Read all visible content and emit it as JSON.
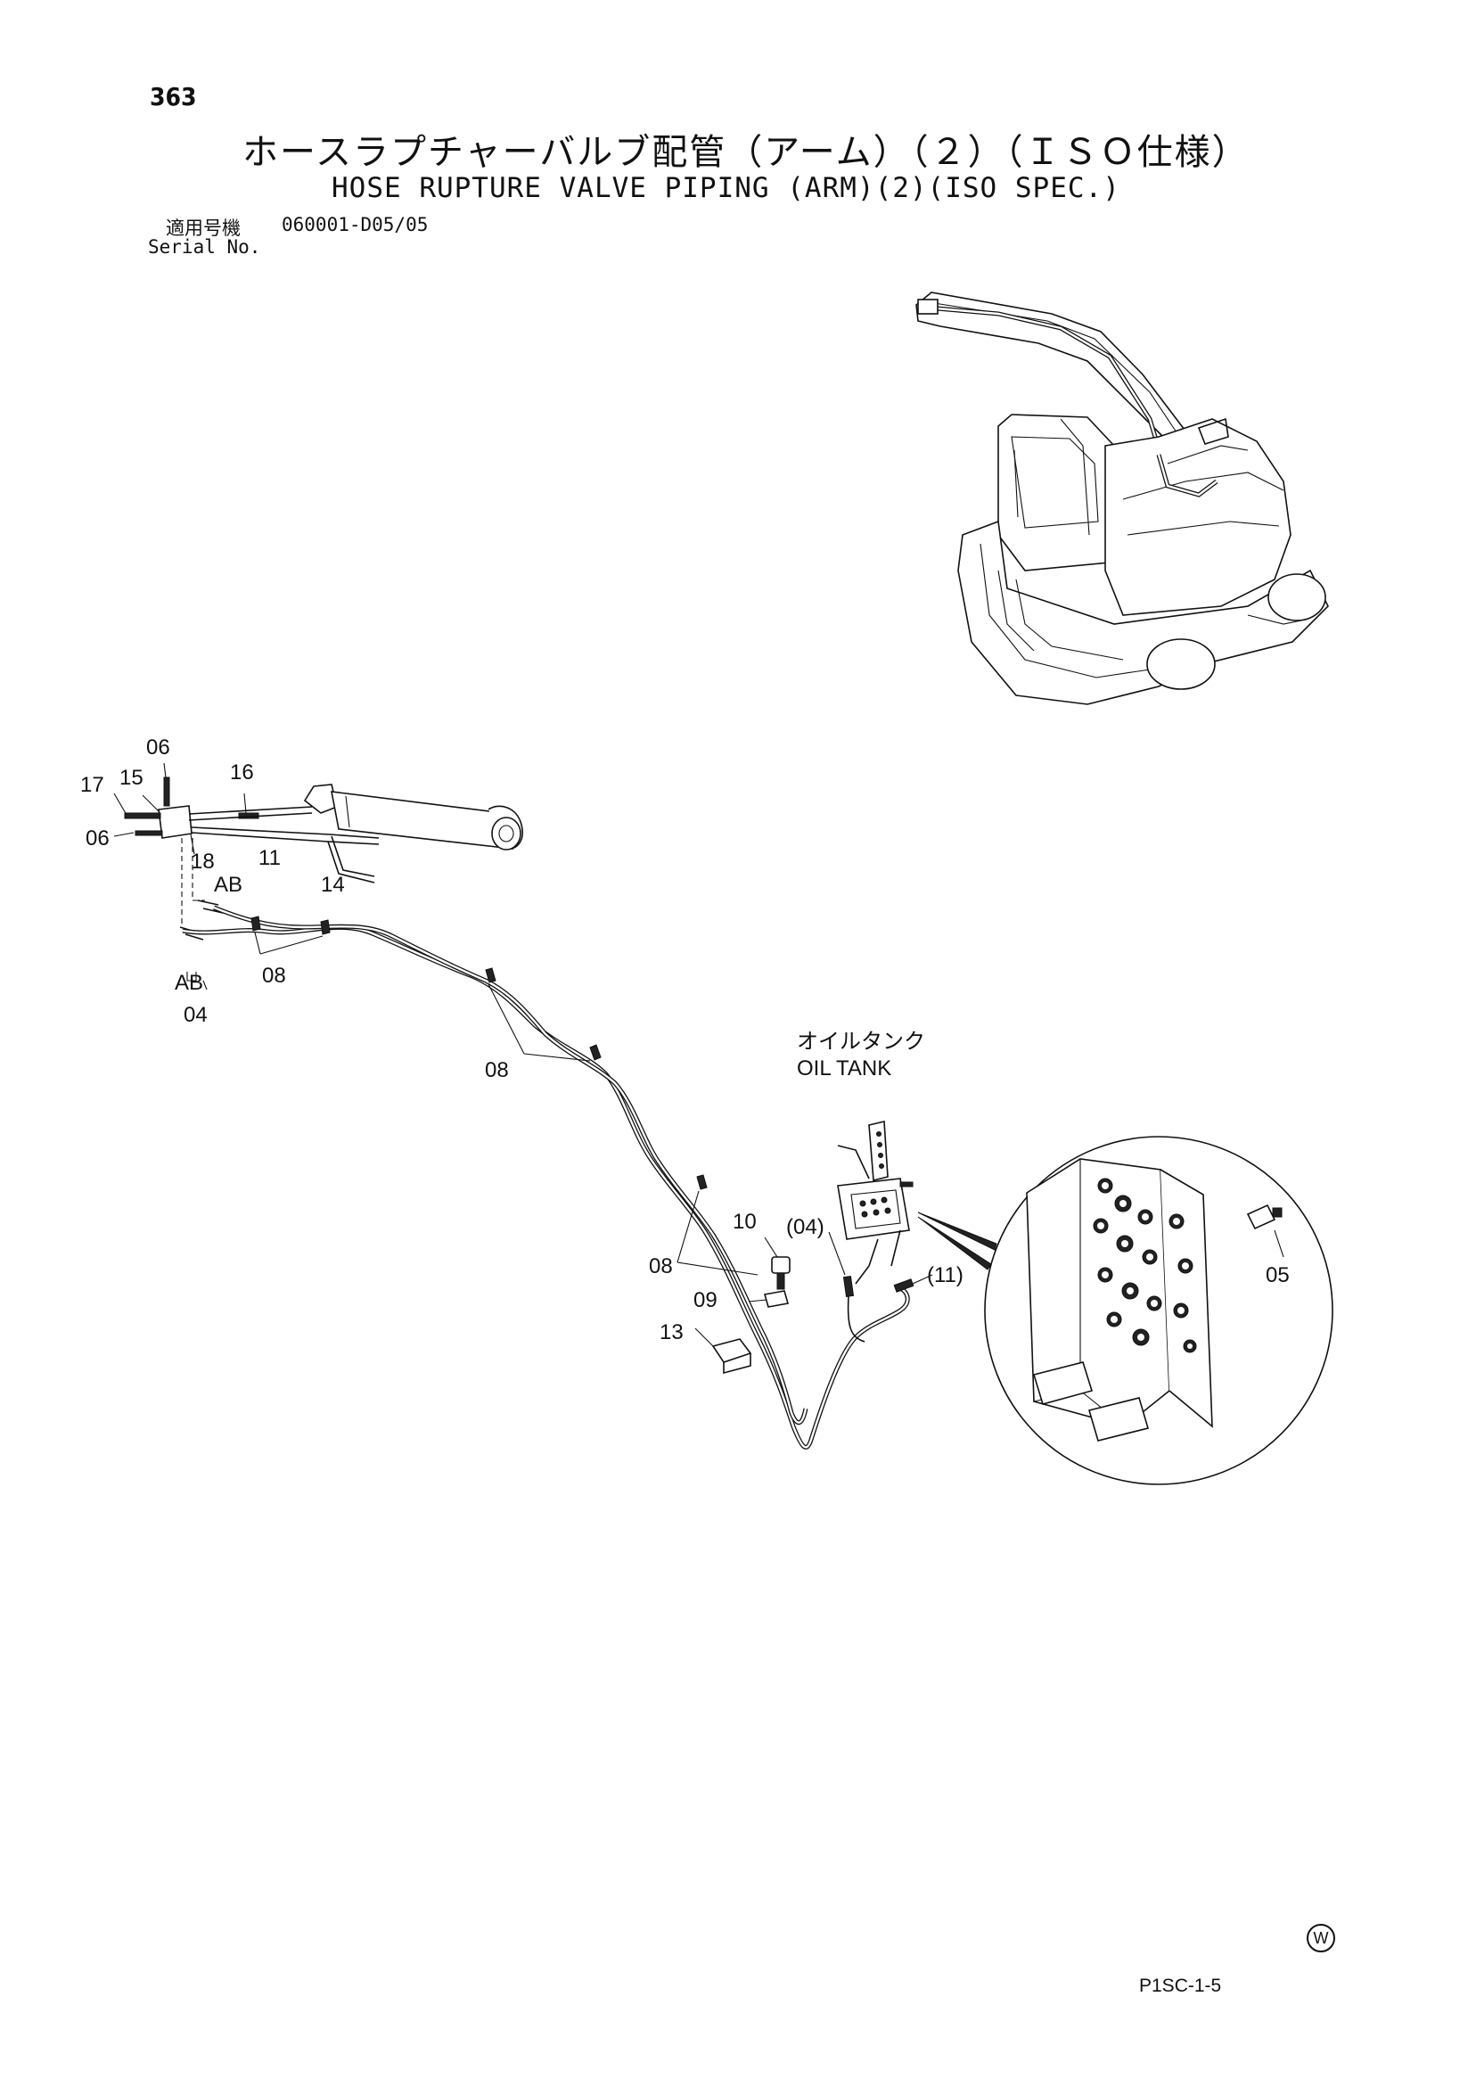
{
  "header": {
    "page_number": "363",
    "title_jp": "ホースラプチャーバルブ配管（アーム）（２）（ＩＳＯ仕様）",
    "title_en": "HOSE RUPTURE VALVE PIPING (ARM)(2)(ISO SPEC.)",
    "serial_label_jp": "適用号機",
    "serial_label_en": "Serial No.",
    "serial_value": "060001-D05/05"
  },
  "diagram": {
    "callouts": {
      "p06a": "06",
      "p17": "17",
      "p15": "15",
      "p16": "16",
      "p06b": "06",
      "p18": "18",
      "p11": "11",
      "pAB1": "AB",
      "p14": "14",
      "p08a": "08",
      "pAB2": "AB",
      "p04": "04",
      "p08b": "08",
      "p08c": "08",
      "p10": "10",
      "p04p": "(04)",
      "p09": "09",
      "p11p": "(11)",
      "p13": "13",
      "p05": "05"
    },
    "oil_tank_jp": "オイルタンク",
    "oil_tank_en": "OIL TANK"
  },
  "footer": {
    "code": "P1SC-1-5",
    "mark": "W"
  }
}
